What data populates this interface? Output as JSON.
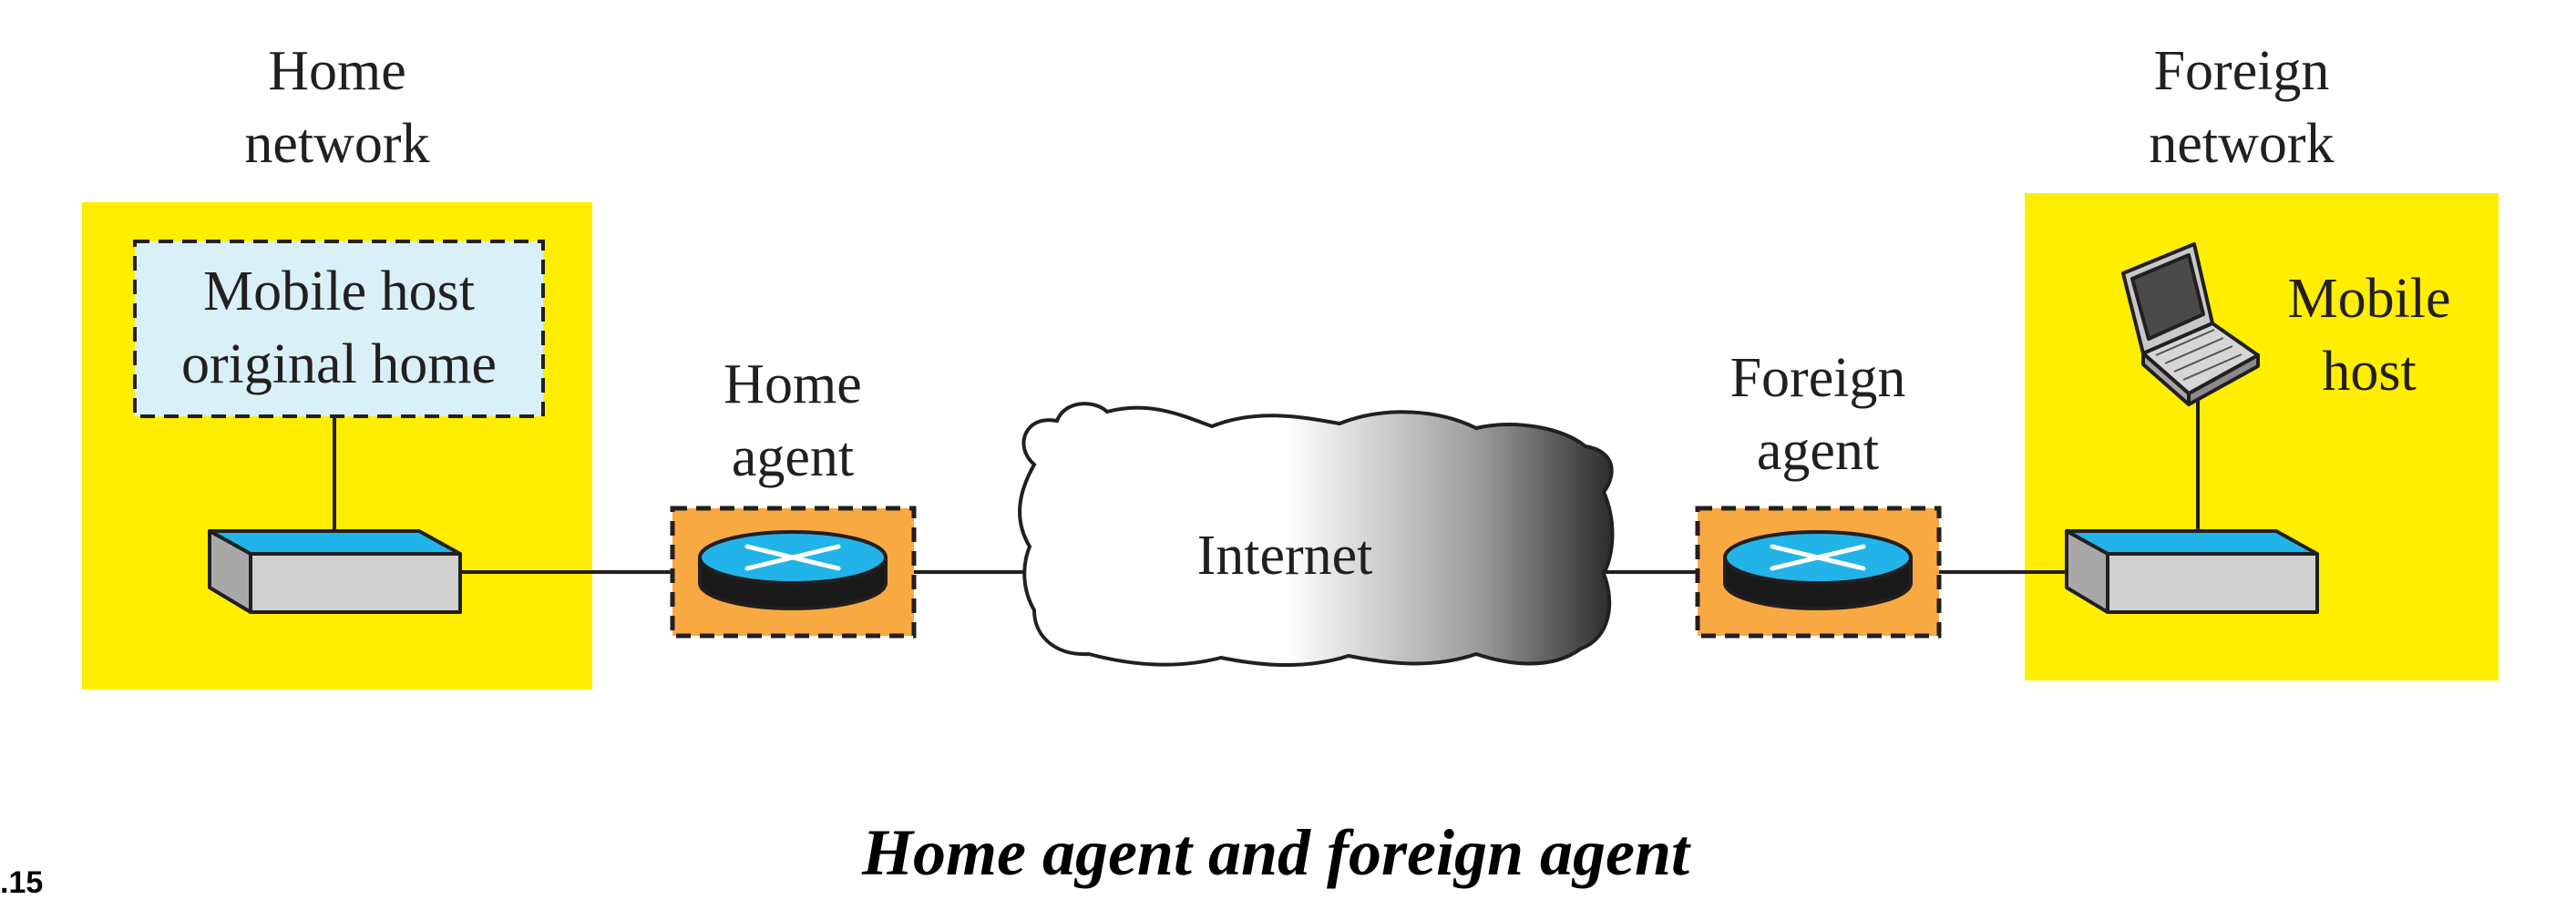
{
  "diagram": {
    "home_network_label": [
      "Home",
      "network"
    ],
    "foreign_network_label": [
      "Foreign",
      "network"
    ],
    "original_home_label": [
      "Mobile host",
      "original home"
    ],
    "home_agent_label": [
      "Home",
      "agent"
    ],
    "foreign_agent_label": [
      "Foreign",
      "agent"
    ],
    "internet_label": "Internet",
    "mobile_host_label": [
      "Mobile",
      "host"
    ],
    "colors": {
      "network_area": "#ffee00",
      "agent_box": "#f9a942",
      "original_home_box": "#d9f0f9",
      "router_top": "#22b4e8",
      "switch_top": "#22b4e8",
      "switch_body": "#d0d0d0"
    }
  },
  "caption": "Home agent and foreign agent",
  "figure_number": ".15"
}
